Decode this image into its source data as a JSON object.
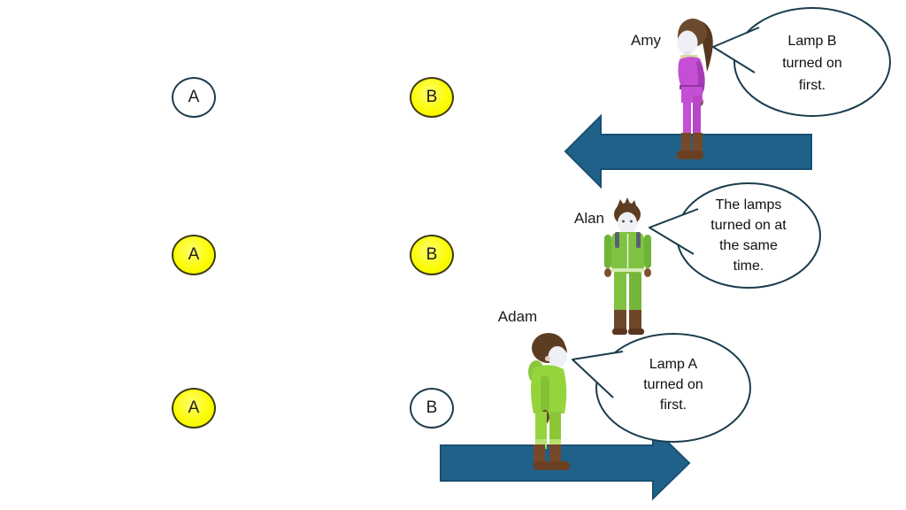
{
  "colors": {
    "background": "#ffffff",
    "arrow_fill": "#20618a",
    "arrow_stroke": "#194f72",
    "bubble_fill": "#ffffff",
    "bubble_stroke": "#1b3c4d",
    "lamp_on_fill": "#fbfb00",
    "lamp_on_stroke": "#3c3c14",
    "lamp_off_fill": "#ffffff",
    "lamp_off_stroke": "#203d4d",
    "text": "#1a1a1a",
    "amy_outfit": "#c44fd4",
    "alan_outfit": "#7fc242",
    "adam_outfit": "#96d43d"
  },
  "rows": [
    {
      "observer": "Amy",
      "arrow_direction": "left",
      "lamps": [
        {
          "label": "A",
          "state": "off"
        },
        {
          "label": "B",
          "state": "on"
        }
      ],
      "speech_lines": [
        "Lamp B",
        "turned on",
        "first."
      ]
    },
    {
      "observer": "Alan",
      "arrow_direction": "none",
      "lamps": [
        {
          "label": "A",
          "state": "on"
        },
        {
          "label": "B",
          "state": "on"
        }
      ],
      "speech_lines": [
        "The lamps",
        "turned on at",
        "the same",
        "time."
      ]
    },
    {
      "observer": "Adam",
      "arrow_direction": "right",
      "lamps": [
        {
          "label": "A",
          "state": "on"
        },
        {
          "label": "B",
          "state": "off"
        }
      ],
      "speech_lines": [
        "Lamp A",
        "turned on",
        "first."
      ]
    }
  ]
}
